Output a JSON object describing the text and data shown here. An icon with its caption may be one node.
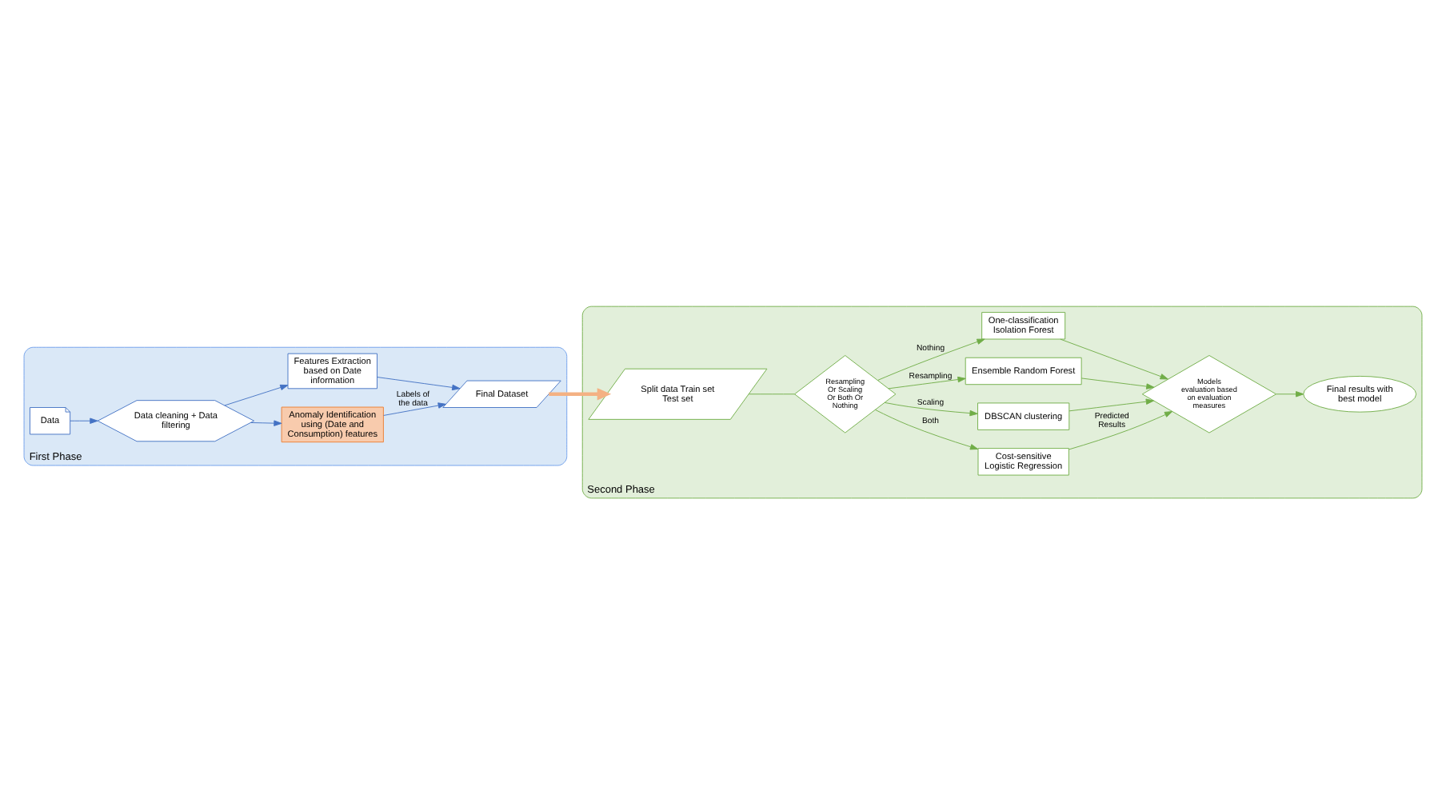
{
  "diagram": {
    "nodes": [
      {
        "text": [
          "First Phase"
        ]
      },
      {
        "text": [
          "Data"
        ],
        "in": 0
      },
      {
        "text": [
          "Data cleaning + Data filtering"
        ],
        "in": 0
      },
      {
        "text": [
          "Anomaly Identification using (Date and Consumption) features"
        ],
        "in": 0
      },
      {
        "text": [
          "Features Extraction based on Date information"
        ],
        "in": 0
      },
      {
        "text": [
          "Final Dataset"
        ],
        "in": 0
      },
      {
        "text": [
          "Second Phase"
        ]
      },
      {
        "text": [
          "Split data Train set Test set"
        ],
        "in": 6
      },
      {
        "text": [
          "Resampling Or Scaling Or Both Or Nothing"
        ],
        "in": 6
      },
      {
        "text": [
          "Cost-sensitive Logistic Regression"
        ],
        "in": 6
      },
      {
        "text": [
          "DBSCAN clustering"
        ],
        "in": 6
      },
      {
        "text": [
          "Ensemble Random Forest"
        ],
        "in": 6
      },
      {
        "text": [
          "One-classification Isolation Forest"
        ],
        "in": 6
      },
      {
        "text": [
          "Models evaluation based on evaluation measures"
        ],
        "in": 6
      },
      {
        "text": [
          "Final results with best model"
        ],
        "in": 6
      }
    ],
    "edges": [
      {
        "from": 1,
        "to": 2,
        "arrow": "to",
        "color": "#4472c4"
      },
      {
        "from": 2,
        "to": 3,
        "arrow": "to",
        "color": "#4472c4"
      },
      {
        "from": 2,
        "to": 4,
        "arrow": "to",
        "color": "#4472c4"
      },
      {
        "from": 3,
        "to": 5,
        "arrow": "to",
        "label": "Labels of the data",
        "color": "#4472c4"
      },
      {
        "from": 4,
        "to": 5,
        "arrow": "to",
        "color": "#4472c4"
      },
      {
        "from": 5,
        "to": 7,
        "arrow": "to",
        "style": "thick",
        "color": "#f4b183"
      },
      {
        "from": 7,
        "to": 8,
        "arrow": "none"
      },
      {
        "from": 8,
        "to": 9,
        "arrow": "to",
        "label": "Both"
      },
      {
        "from": 8,
        "to": 10,
        "arrow": "to",
        "label": "Scaling"
      },
      {
        "from": 8,
        "to": 11,
        "arrow": "to",
        "label": "Resampling"
      },
      {
        "from": 8,
        "to": 12,
        "arrow": "to",
        "label": "Nothing"
      },
      {
        "from": 9,
        "to": 13,
        "arrow": "to",
        "label": "Predicted Results"
      },
      {
        "from": 10,
        "to": 13,
        "arrow": "to"
      },
      {
        "from": 11,
        "to": 13,
        "arrow": "to"
      },
      {
        "from": 12,
        "to": 13,
        "arrow": "to"
      },
      {
        "from": 13,
        "to": 14,
        "arrow": "to"
      }
    ]
  }
}
